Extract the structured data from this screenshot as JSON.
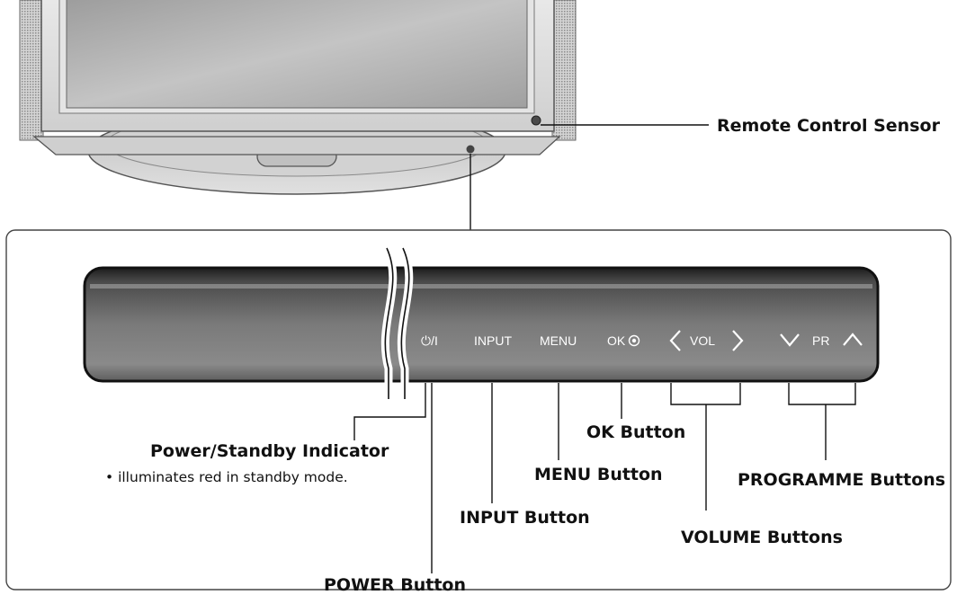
{
  "callouts": {
    "remote_sensor": "Remote Control Sensor",
    "power_indicator": "Power/Standby Indicator",
    "power_indicator_note": "• illuminates red in standby mode.",
    "power_button": "POWER Button",
    "input_button": "INPUT Button",
    "menu_button": "MENU Button",
    "ok_button": "OK Button",
    "volume_buttons": "VOLUME Buttons",
    "programme_buttons": "PROGRAMME Buttons"
  },
  "panel": {
    "power_glyph": "⏻/I",
    "input": "INPUT",
    "menu": "MENU",
    "ok": "OK",
    "vol": "VOL",
    "pr": "PR"
  },
  "colors": {
    "panel_dark": "#2a2a2a",
    "panel_mid": "#6e6e6e",
    "tv_silver": "#d6d6d6",
    "screen_grey": "#a9a9a9"
  }
}
